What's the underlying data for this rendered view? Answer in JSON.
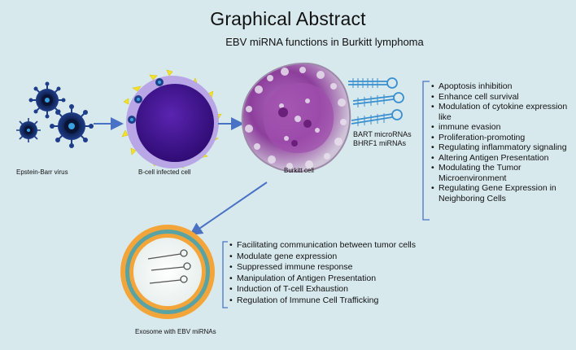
{
  "title": "Graphical Abstract",
  "subtitle": "EBV miRNA functions in Burkitt lymphoma",
  "labels": {
    "virus": "Epstein-Barr virus",
    "bcell": "B-cell infected cell",
    "burkitt": "Burkitt cell",
    "bart": "BART microRNAs",
    "bhrf": "BHRF1 miRNAs",
    "exosome": "Exosome with EBV miRNAs"
  },
  "functions": [
    "Apoptosis inhibition",
    "Enhance cell survival",
    "Modulation of cytokine expression like",
    "immune evasion",
    "Proliferation-promoting",
    "Regulating inflammatory signaling",
    "Altering Antigen Presentation",
    "Modulating the Tumor Microenvironment",
    "Regulating Gene Expression in Neighboring Cells"
  ],
  "exosome_functions": [
    "Facilitating communication between tumor cells",
    "Modulate gene expression",
    "Suppressed immune response",
    "Manipulation of Antigen Presentation",
    "Induction of T-cell Exhaustion",
    "Regulation of Immune Cell Trafficking"
  ],
  "colors": {
    "background": "#d8e9ee",
    "virus": "#1f3e8a",
    "bcell_outer": "#b8a6e6",
    "bcell_nucleus": "#3f0f8f",
    "burkitt": "#8f3f98",
    "arrow": "#4a72c4",
    "exosome_outer": "#f3a53a",
    "exosome_inner": "#5aa3a5"
  }
}
